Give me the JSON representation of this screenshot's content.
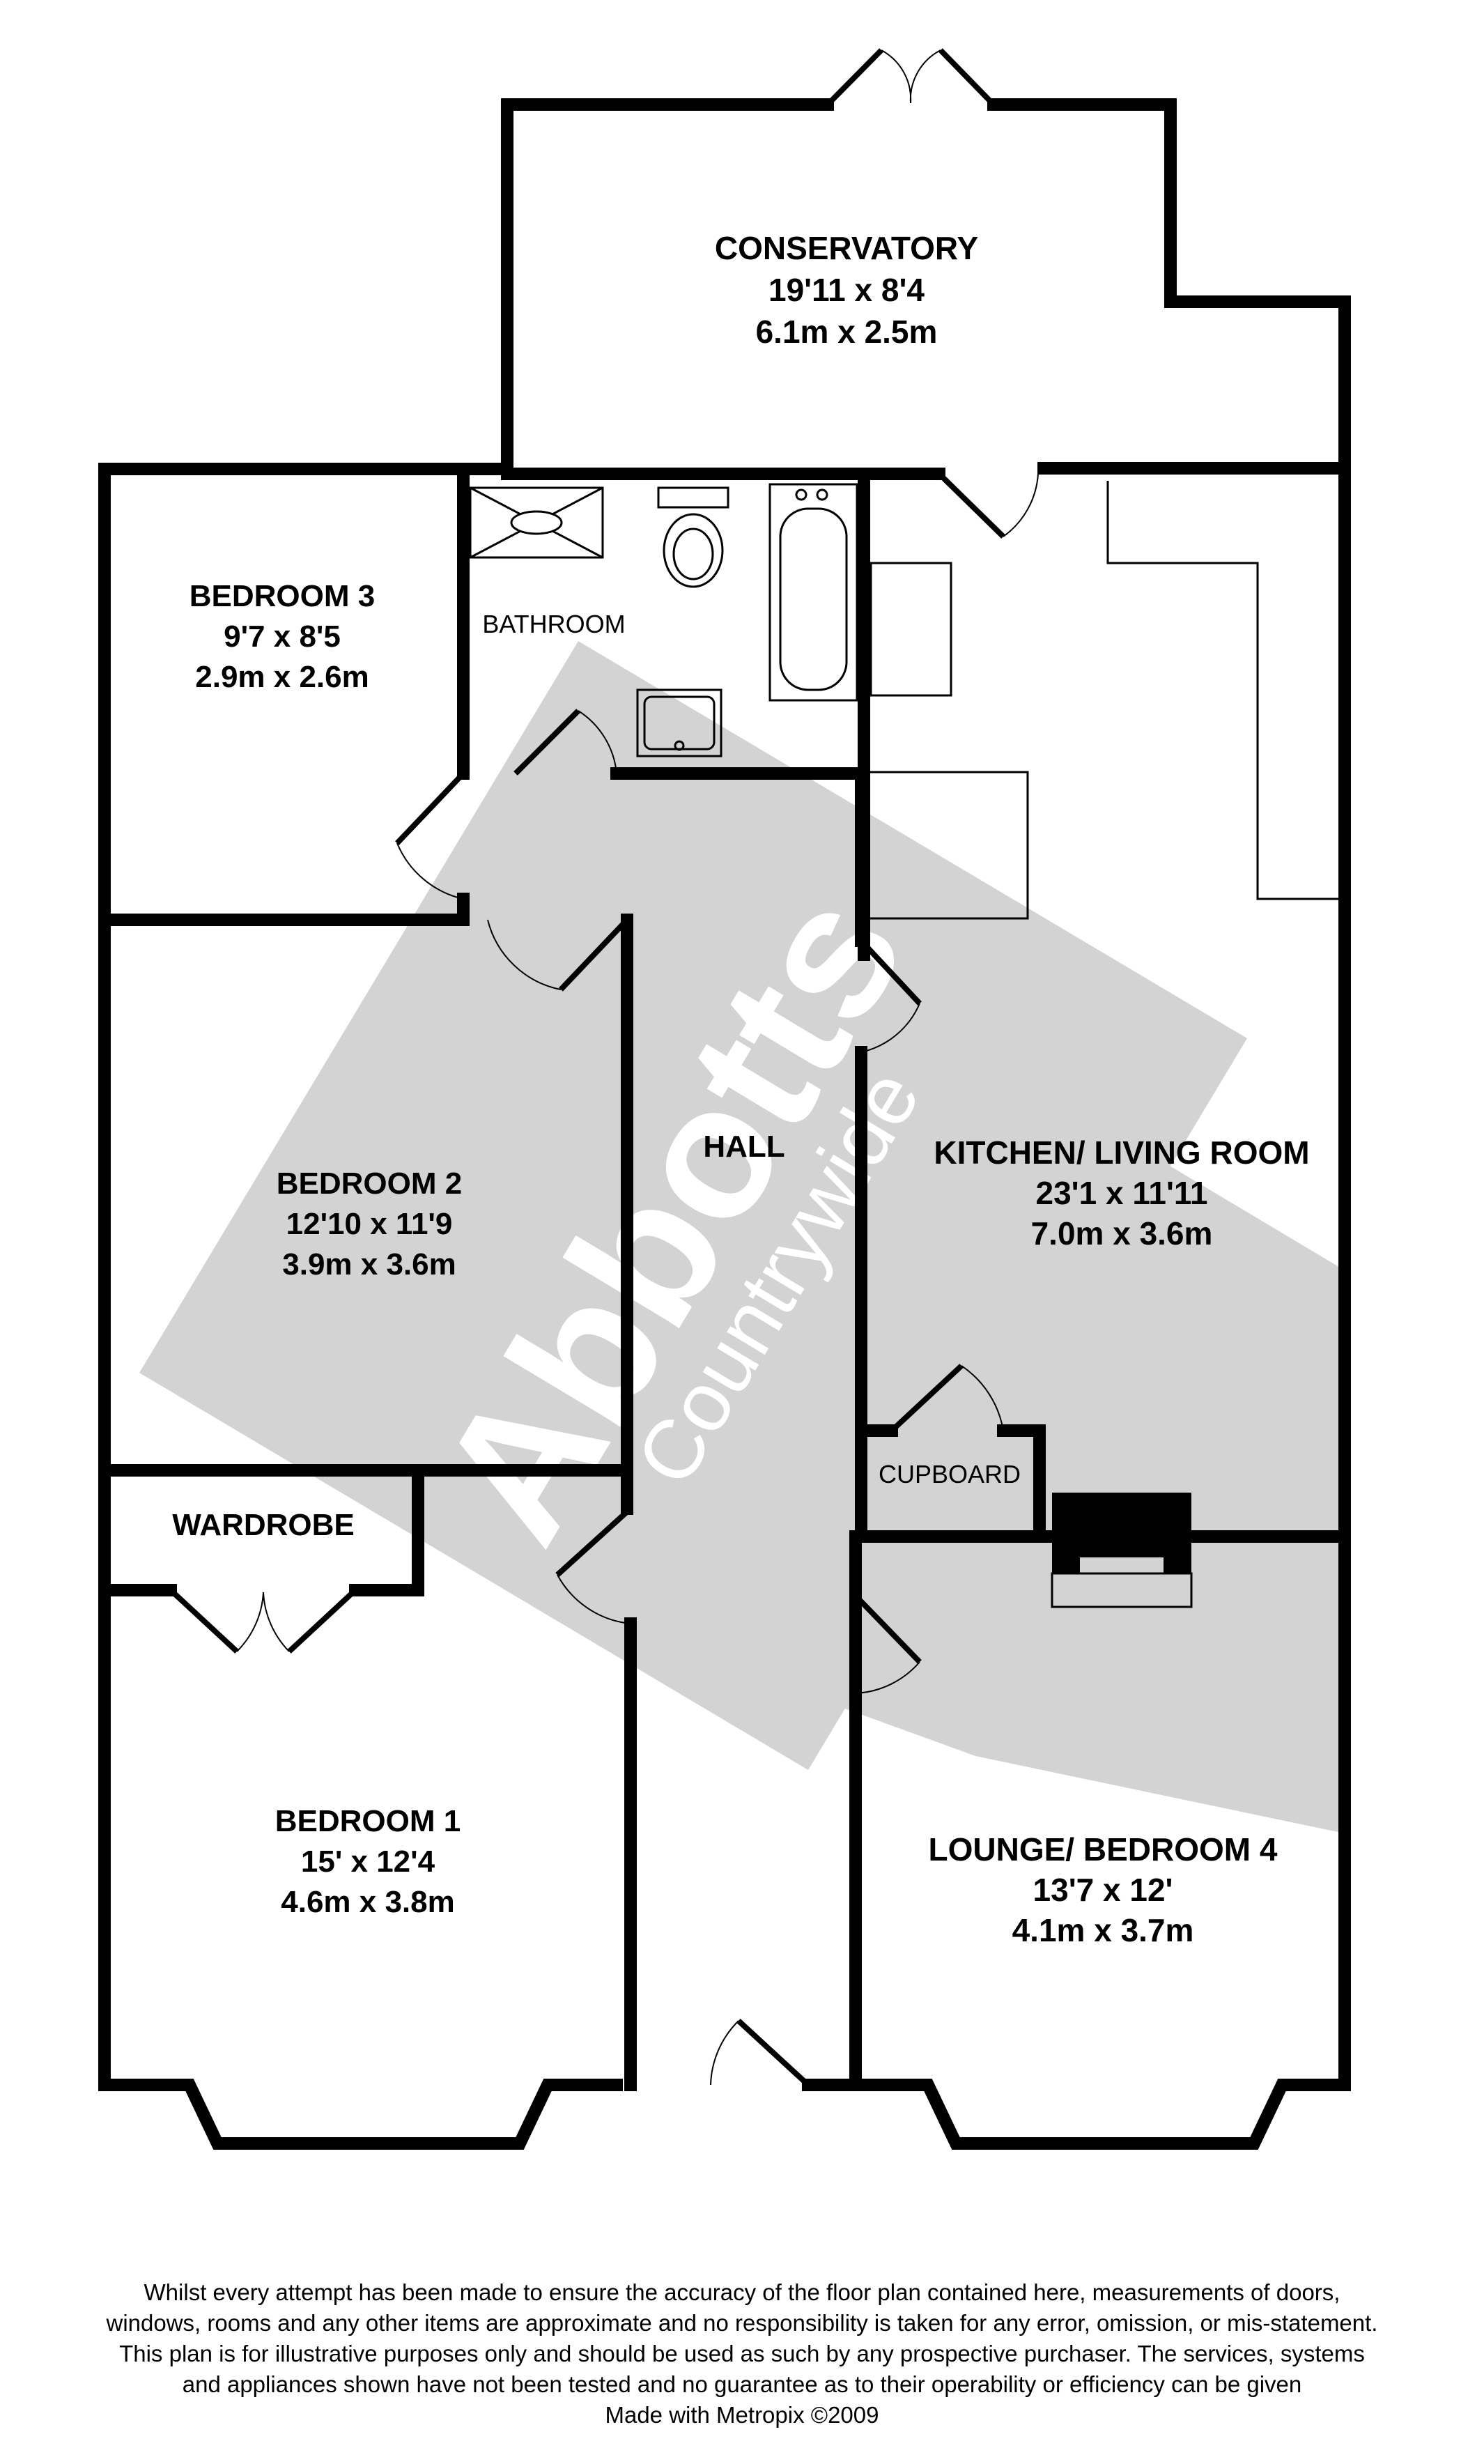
{
  "watermark": {
    "brand": "Abbotts",
    "sub": "Countrywide"
  },
  "rooms": {
    "conservatory": {
      "name": "CONSERVATORY",
      "imperial": "19'11 x 8'4",
      "metric": "6.1m x 2.5m"
    },
    "bedroom3": {
      "name": "BEDROOM 3",
      "imperial": "9'7 x 8'5",
      "metric": "2.9m x 2.6m"
    },
    "bathroom": {
      "name": "BATHROOM"
    },
    "bedroom2": {
      "name": "BEDROOM 2",
      "imperial": "12'10 x 11'9",
      "metric": "3.9m x 3.6m"
    },
    "hall": {
      "name": "HALL"
    },
    "kitchen": {
      "name": "KITCHEN/ LIVING ROOM",
      "imperial": "23'1 x 11'11",
      "metric": "7.0m x 3.6m"
    },
    "cupboard": {
      "name": "CUPBOARD"
    },
    "wardrobe": {
      "name": "WARDROBE"
    },
    "bedroom1": {
      "name": "BEDROOM 1",
      "imperial": "15' x 12'4",
      "metric": "4.6m x 3.8m"
    },
    "lounge": {
      "name": "LOUNGE/ BEDROOM 4",
      "imperial": "13'7 x 12'",
      "metric": "4.1m x 3.7m"
    }
  },
  "disclaimer": {
    "text": "Whilst every attempt has been made to ensure the accuracy of the floor plan contained here, measurements of doors, windows, rooms and any other items are approximate and no responsibility is taken for any error, omission, or mis-statement. This plan is for illustrative purposes only and should be used as such by any prospective purchaser. The services, systems and appliances shown have not been tested and no guarantee as to their operability or efficiency can be given",
    "credit": "Made with Metropix ©2009"
  }
}
